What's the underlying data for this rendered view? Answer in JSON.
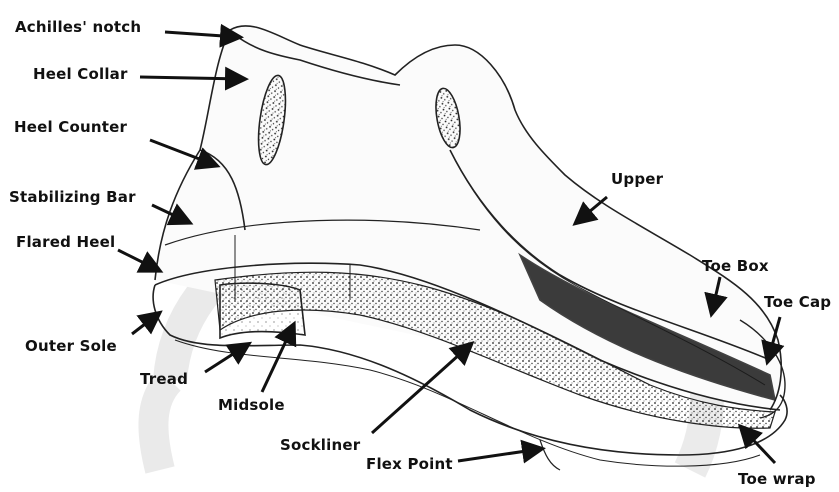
{
  "labels": {
    "achilles_notch": "Achilles' notch",
    "heel_collar": "Heel Collar",
    "heel_counter": "Heel Counter",
    "stabilizing_bar": "Stabilizing Bar",
    "flared_heel": "Flared Heel",
    "outer_sole": "Outer Sole",
    "tread": "Tread",
    "midsole": "Midsole",
    "sockliner": "Sockliner",
    "flex_point": "Flex Point",
    "upper": "Upper",
    "toe_box": "Toe Box",
    "toe_cap": "Toe Cap",
    "toe_wrap": "Toe wrap"
  },
  "colors": {
    "ink": "#111111",
    "watermark": "#d9d9d9",
    "background": "#ffffff"
  }
}
